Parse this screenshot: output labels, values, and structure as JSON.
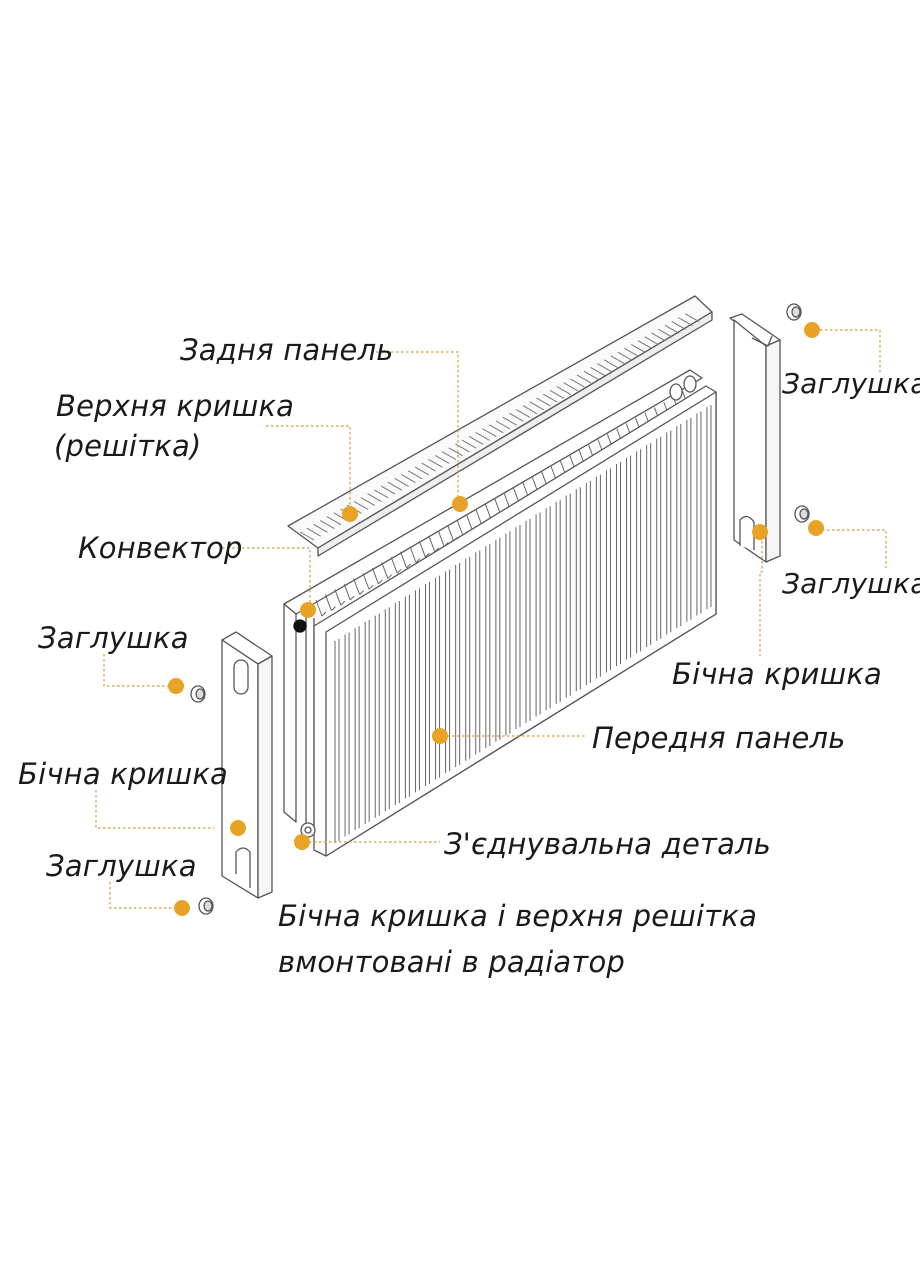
{
  "colors": {
    "accent": "#e8a326",
    "line": "#555555",
    "ink": "#1a1a1a"
  },
  "labels": {
    "back_panel": "Задня панель",
    "top_cover_line1": "Верхня кришка",
    "top_cover_line2": "(решітка)",
    "convector": "Конвектор",
    "plug_top_left": "Заглушка",
    "side_cover_left": "Бічна кришка",
    "plug_bottom_left": "Заглушка",
    "plug_top_right": "Заглушка",
    "plug_mid_right": "Заглушка",
    "side_cover_right": "Бічна кришка",
    "front_panel": "Передня панель",
    "connector": "З'єднувальна деталь",
    "note_line1": "Бічна кришка і верхня решітка",
    "note_line2": "вмонтовані в радіатор"
  }
}
